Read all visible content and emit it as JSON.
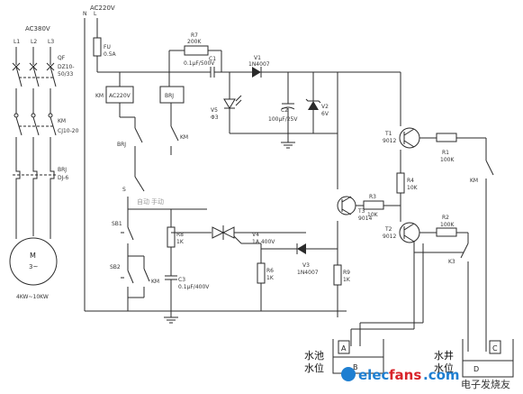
{
  "labels": {
    "ac380": "AC380V",
    "l1": "L1",
    "l2": "L2",
    "l3": "L3",
    "qf": "QF",
    "qf_model": "DZ10-",
    "qf_model2": "50/33",
    "km_main": "KM",
    "km_model": "CJ10-20",
    "brj": "BRJ",
    "brj_model": "DJ-6",
    "motor_m": "M",
    "motor_phase": "3~",
    "motor_power": "4KW~10KW",
    "n": "N",
    "l": "L",
    "ac220": "AC220V",
    "fu": "FU",
    "fu_rating": "0.5A",
    "km_coil": "KM",
    "km_coil_v": "AC220V",
    "brj_box": "BRJ",
    "brj_contact": "BRJ",
    "km_contact": "KM",
    "r7": "R7",
    "r7_val": "200K",
    "c1": "C1",
    "c1_val": "0.1μF/500V",
    "v1": "V1",
    "v1_val": "1N4007",
    "v5": "V5",
    "v5_val": "Φ3",
    "c2": "C2",
    "c2_val": "100μF/25V",
    "v2": "V2",
    "v2_val": "6V",
    "s": "S",
    "s_auto": "自动",
    "s_manual": "手动",
    "sb1": "SB1",
    "sb2": "SB2",
    "km_sb": "KM",
    "r8": "R8",
    "r8_val": "1K",
    "c3": "C3",
    "c3_val": "0.1μF/400V",
    "v4": "V4",
    "v4_val": "1A 400V",
    "r6": "R6",
    "r6_val": "1K",
    "v3": "V3",
    "v3_val": "1N4007",
    "r9": "R9",
    "r9_val": "1K",
    "t3": "T3",
    "t3_val": "9014",
    "r3": "R3",
    "r3_val": "10K",
    "r4": "R4",
    "r4_val": "10K",
    "t1": "T1",
    "t1_val": "9012",
    "t2": "T2",
    "t2_val": "9012",
    "r1": "R1",
    "r1_val": "100K",
    "r2": "R2",
    "r2_val": "100K",
    "km_right": "KM",
    "k3": "K3",
    "pool_a": "A",
    "pool_b": "B",
    "well_d": "D",
    "well_c": "C",
    "pool_text1": "水池",
    "pool_text2": "水位",
    "well_text1": "水井",
    "well_text2": "水位"
  },
  "watermark": {
    "elec": "elec",
    "fans": "fans",
    "dotcom": ".com",
    "cn": "电子发烧友"
  },
  "colors": {
    "line": "#2a2a2a",
    "wm_blue": "#1f7fd1",
    "wm_red": "#d8232a"
  }
}
